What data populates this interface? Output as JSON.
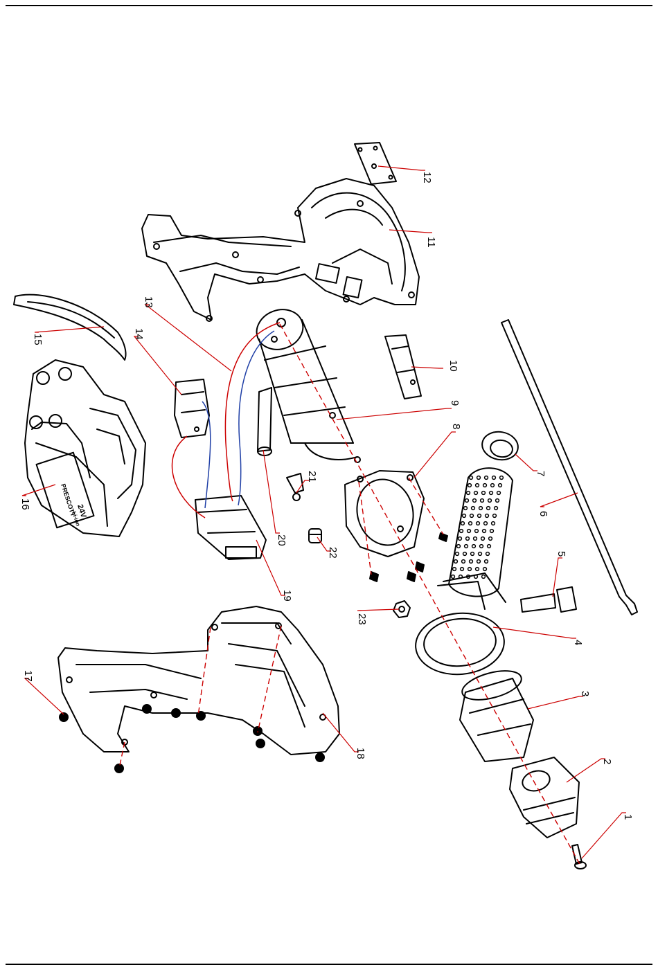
{
  "diagram": {
    "labels": [
      "1",
      "2",
      "3",
      "4",
      "5",
      "6",
      "7",
      "8",
      "9",
      "10",
      "11",
      "12",
      "13",
      "14",
      "15",
      "16",
      "17",
      "18",
      "19",
      "20",
      "21",
      "22",
      "23"
    ],
    "battery_text": [
      "PRESCOTT",
      "24V",
      "Li-ion"
    ],
    "colors": {
      "ink": "#000000",
      "leader": "#cc0000",
      "wire_blue": "#1f3fa6",
      "wire_red": "#cc0000"
    }
  }
}
